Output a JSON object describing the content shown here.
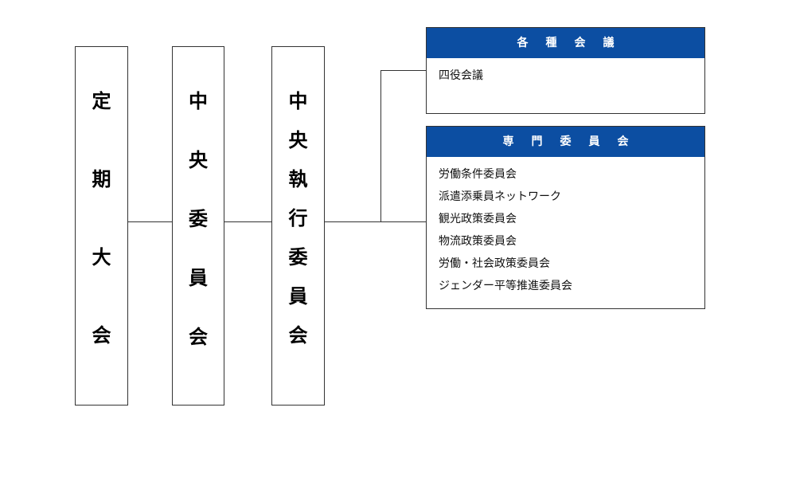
{
  "org_chart": {
    "columns": [
      {
        "chars": [
          "定",
          "期",
          "大",
          "会"
        ]
      },
      {
        "chars": [
          "中",
          "央",
          "委",
          "員",
          "会"
        ]
      },
      {
        "chars": [
          "中",
          "央",
          "執",
          "行",
          "委",
          "員",
          "会"
        ]
      }
    ],
    "panels": [
      {
        "title": "各種会議",
        "items": [
          "四役会議"
        ]
      },
      {
        "title": "専門委員会",
        "items": [
          "労働条件委員会",
          "派遣添乗員ネットワーク",
          "観光政策委員会",
          "物流政策委員会",
          "労働・社会政策委員会",
          "ジェンダー平等推進委員会"
        ]
      }
    ]
  },
  "colors": {
    "panel_header": "#0c4ea2",
    "border": "#333333"
  }
}
